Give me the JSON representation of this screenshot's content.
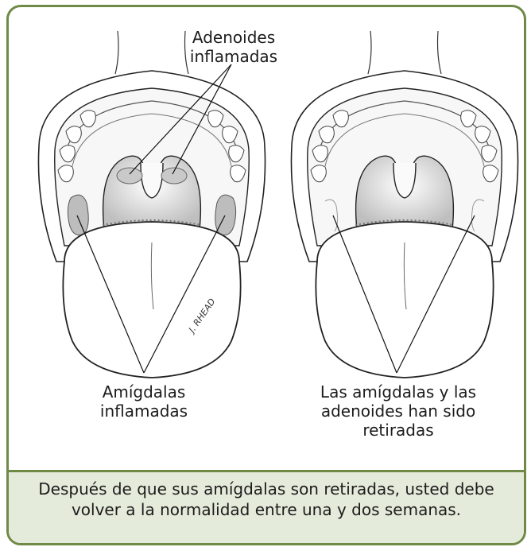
{
  "labels": {
    "adenoides": "Adenoides\ninflamadas",
    "amigdalas": "Amígdalas\ninflamadas",
    "retiradas": "Las amígdalas y las\nadenoides han sido\nretiradas"
  },
  "caption": "Después de que sus amígdalas son retiradas, usted debe volver a la normalidad entre una y dos semanas.",
  "signature": "J. RHEAD",
  "colors": {
    "border": "#6f8a46",
    "caption_bg": "#e5ebdb",
    "tonsil": "#bdbdbd"
  }
}
